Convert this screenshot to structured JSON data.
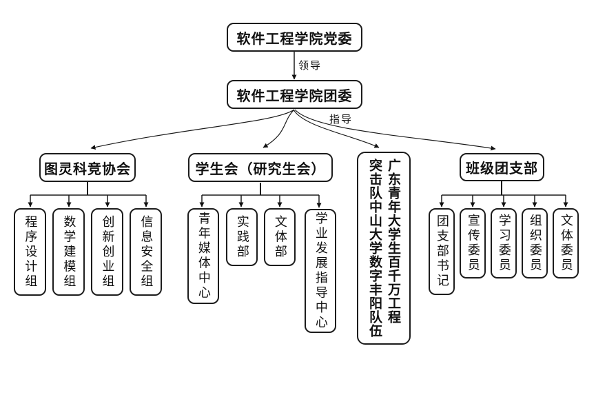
{
  "diagram": {
    "party": "软件工程学院党委",
    "league": "软件工程学院团委",
    "lead_label": "领导",
    "guide_label": "指导",
    "branches": [
      {
        "label": "图灵科竞协会",
        "children": [
          "程序设计组",
          "数学建模组",
          "创新创业组",
          "信息安全组"
        ]
      },
      {
        "label": "学生会（研究生会）",
        "children": [
          "青年媒体中心",
          "实践部",
          "文体部",
          "学业发展指导中心"
        ]
      },
      {
        "label_lines": [
          "广东青年大学生百千万工程",
          "突击队中山大学数字丰阳队伍"
        ],
        "children": []
      },
      {
        "label": "班级团支部",
        "children": [
          "团支部书记",
          "宣传委员",
          "学习委员",
          "组织委员",
          "文体委员"
        ]
      }
    ],
    "colors": {
      "background": "#ffffff",
      "line": "#1a1a1a",
      "box_border": "#1c1c1c",
      "text": "#111111"
    }
  }
}
